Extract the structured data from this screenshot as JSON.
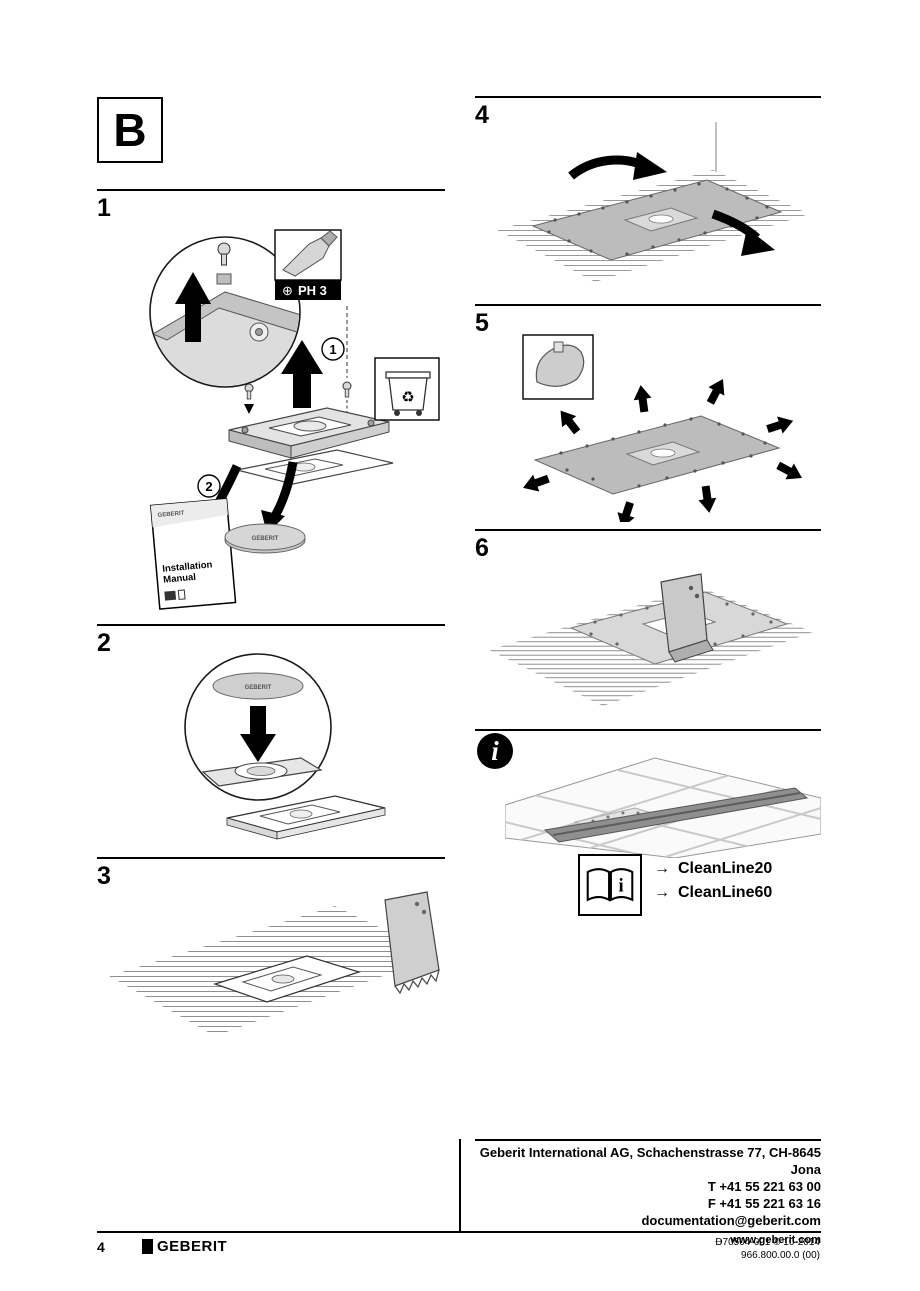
{
  "page": {
    "section_label": "B",
    "page_number": "4",
    "brand": "GEBERIT",
    "doc_ref_line1": "D70504-001 © 10-2014",
    "doc_ref_line2": "966.800.00.0 (00)"
  },
  "steps": {
    "s1": {
      "number": "1",
      "tool_symbol": "⊕",
      "tool_label": "PH 3",
      "callout1": "1",
      "callout2": "2",
      "manual_line1": "Installation",
      "manual_line2": "Manual",
      "manual_brand": "GEBERIT",
      "disc_label": "GEBERIT",
      "recycle_symbol": "♻"
    },
    "s2": {
      "number": "2",
      "disc_label": "GEBERIT"
    },
    "s3": {
      "number": "3"
    },
    "s4": {
      "number": "4"
    },
    "s5": {
      "number": "5"
    },
    "s6": {
      "number": "6"
    }
  },
  "info": {
    "icon_glyph": "i",
    "book_glyph": "i",
    "arrow_glyph": "→",
    "link1": "CleanLine20",
    "link2": "CleanLine60"
  },
  "footer": {
    "address": "Geberit International AG, Schachenstrasse 77, CH-8645 Jona",
    "phone": "T +41 55 221 63 00",
    "fax": "F +41 55 221 63 16",
    "email": "documentation@geberit.com",
    "web_arrow": "→",
    "website": "www.geberit.com"
  }
}
